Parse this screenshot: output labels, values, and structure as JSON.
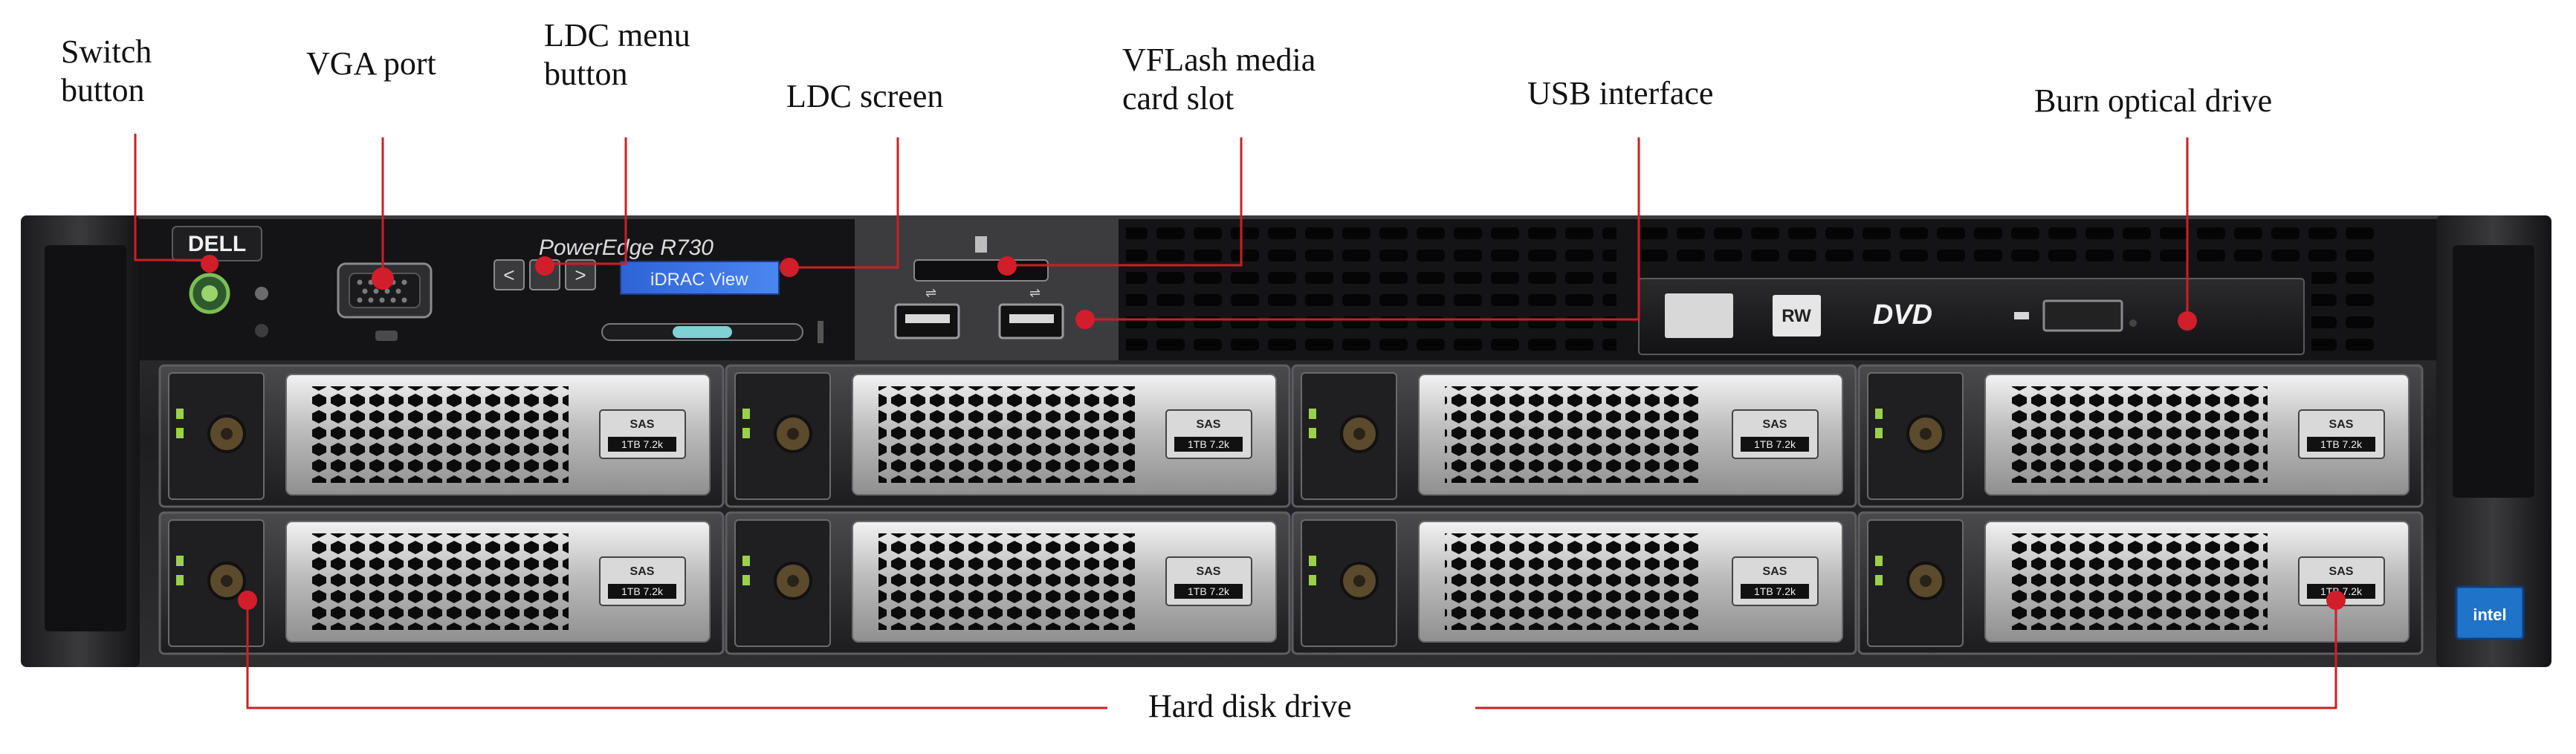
{
  "callouts": {
    "switch_button": "Switch\nbutton",
    "vga_port": "VGA port",
    "ldc_menu_button": "LDC menu\nbutton",
    "ldc_screen": "LDC screen",
    "vflash_slot": "VFLash media\ncard slot",
    "usb_interface": "USB interface",
    "optical_drive": "Burn optical drive",
    "hard_disk": "Hard disk drive"
  },
  "server": {
    "brand": "DELL",
    "model": "PowerEdge R730",
    "lcd_text": "iDRAC View",
    "dvd_logo": "DVD",
    "rw_logo": "RW",
    "drive_badge": "SAS",
    "drive_spec": "1TB 7.2k",
    "sticker_text": "intel"
  },
  "colors": {
    "callout_line": "#cc1f24",
    "callout_dot": "#d11e2a",
    "chassis": "#2a2a2c",
    "lcd": "#2f63d6"
  },
  "drive_grid": {
    "rows": 2,
    "columns": 4
  }
}
